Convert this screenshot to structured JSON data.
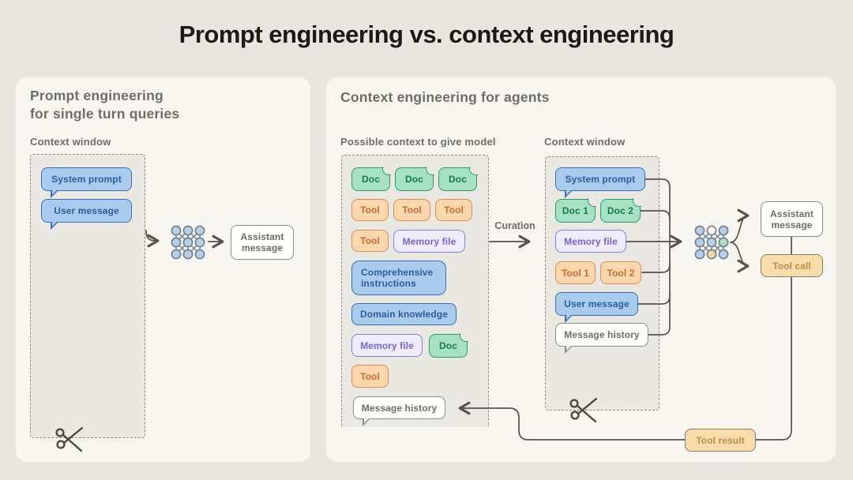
{
  "title": "Prompt engineering vs. context engineering",
  "left": {
    "heading_line1": "Prompt engineering",
    "heading_line2": "for single turn queries",
    "context_window_label": "Context window",
    "system_prompt": "System prompt",
    "user_message": "User message",
    "assistant_message": "Assistant message"
  },
  "right": {
    "heading": "Context engineering for agents",
    "pool_label": "Possible context to give model",
    "context_window_label": "Context window",
    "curation_label": "Curation",
    "pool": {
      "doc1": "Doc",
      "doc2": "Doc",
      "doc3": "Doc",
      "tool1": "Tool",
      "tool2": "Tool",
      "tool3": "Tool",
      "tool4": "Tool",
      "memory_file1": "Memory file",
      "comprehensive_instructions": "Comprehensive instructions",
      "domain_knowledge": "Domain knowledge",
      "memory_file2": "Memory file",
      "doc4": "Doc",
      "tool5": "Tool",
      "message_history": "Message history"
    },
    "window": {
      "system_prompt": "System prompt",
      "doc1": "Doc 1",
      "doc2": "Doc 2",
      "memory_file": "Memory file",
      "tool1": "Tool 1",
      "tool2": "Tool 2",
      "user_message": "User message",
      "message_history": "Message history"
    },
    "assistant_message": "Assistant message",
    "tool_call": "Tool call",
    "tool_result": "Tool result"
  },
  "icons": {
    "left_network": "neural-network-icon",
    "right_network": "neural-network-icon",
    "left_scissors": "scissors-icon",
    "right_scissors": "scissors-icon"
  },
  "colors": {
    "background": "#e9e6e0",
    "panel": "#f8f6f1",
    "context_window_fill": "#eae8e2",
    "blue_fill": "#a9ccee",
    "blue_border": "#3b6db1",
    "blue_text": "#2b5d9f",
    "green_fill": "#a7e1c3",
    "green_border": "#2f9b69",
    "green_text": "#147c4f",
    "orange_fill": "#fbd7ae",
    "orange_border": "#df8a51",
    "orange_text": "#cc6a33",
    "purple_fill": "#efecfd",
    "purple_border": "#8a7ade",
    "purple_text": "#7567d6",
    "tan_fill": "#f7ddab",
    "tan_border": "#8c7c57",
    "tan_text": "#c28c46",
    "wire": "#54524d",
    "heading_text": "#6e6d68",
    "title_text": "#191918"
  }
}
